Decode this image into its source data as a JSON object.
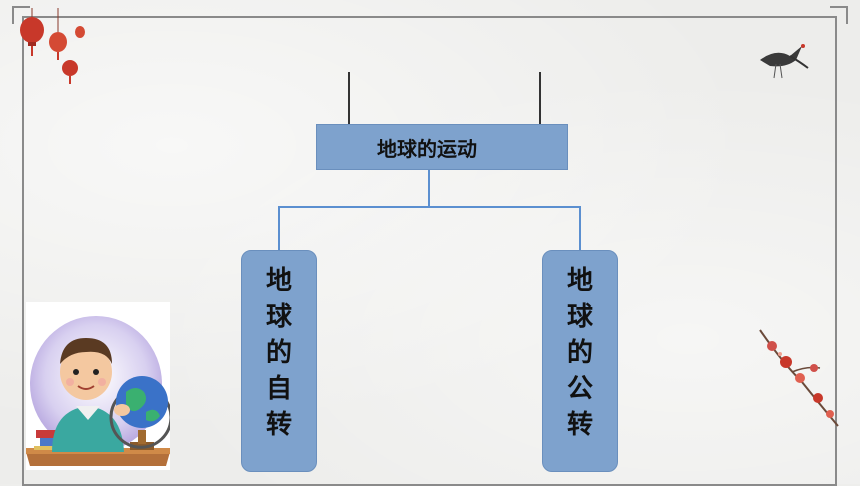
{
  "diagram": {
    "root": {
      "label": "地球的运动"
    },
    "children": [
      {
        "label": "地球的自转",
        "chars": [
          "地",
          "球",
          "的",
          "自",
          "转"
        ]
      },
      {
        "label": "地球的公转",
        "chars": [
          "地",
          "球",
          "的",
          "公",
          "转"
        ]
      }
    ]
  },
  "colors": {
    "box_fill": "#7ea2cd",
    "connector": "#5b8fd0",
    "frame": "#8a8a8a"
  },
  "decorations": [
    "red-lantern-icon",
    "crane-bird-icon",
    "plum-blossom-icon",
    "boy-with-globe-illustration"
  ]
}
